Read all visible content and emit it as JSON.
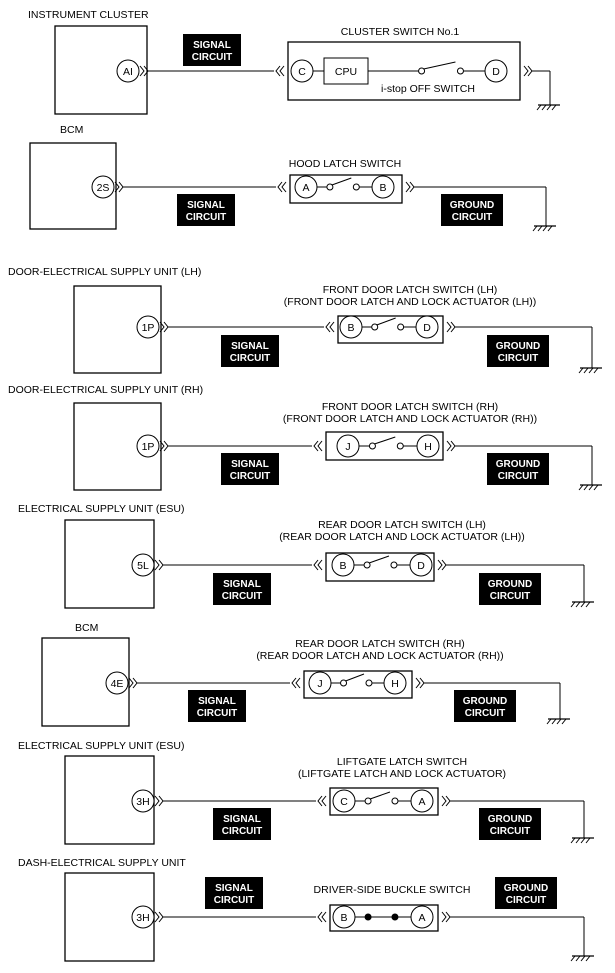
{
  "colors": {
    "line": "#000000",
    "badge_bg": "#000000",
    "badge_text": "#ffffff",
    "background": "#ffffff"
  },
  "icons": {
    "connector": "double-chevron-connector-icon",
    "ground": "ground-symbol-icon",
    "switch": "open-switch-icon",
    "closed_switch": "closed-switch-icon"
  },
  "badges": {
    "signal": [
      "SIGNAL",
      "CIRCUIT"
    ],
    "ground": [
      "GROUND",
      "CIRCUIT"
    ]
  },
  "circuits": [
    {
      "id": "instrument-cluster",
      "unit": "INSTRUMENT CLUSTER",
      "unit_pin": "AI",
      "switch_title": [
        "CLUSTER SWITCH No.1"
      ],
      "pin_left": "C",
      "pin_right": "D",
      "cpu_label": "CPU",
      "switch_sublabel": "i-stop OFF SWITCH"
    },
    {
      "id": "bcm-hood",
      "unit": "BCM",
      "unit_pin": "2S",
      "switch_title": [
        "HOOD LATCH SWITCH"
      ],
      "pin_left": "A",
      "pin_right": "B"
    },
    {
      "id": "front-lh",
      "unit": "DOOR-ELECTRICAL SUPPLY UNIT (LH)",
      "unit_pin": "1P",
      "switch_title": [
        "FRONT DOOR LATCH SWITCH (LH)",
        "(FRONT DOOR LATCH AND LOCK ACTUATOR (LH))"
      ],
      "pin_left": "B",
      "pin_right": "D"
    },
    {
      "id": "front-rh",
      "unit": "DOOR-ELECTRICAL SUPPLY UNIT (RH)",
      "unit_pin": "1P",
      "switch_title": [
        "FRONT DOOR LATCH SWITCH (RH)",
        "(FRONT DOOR LATCH AND LOCK ACTUATOR (RH))"
      ],
      "pin_left": "J",
      "pin_right": "H"
    },
    {
      "id": "rear-lh",
      "unit": "ELECTRICAL SUPPLY UNIT (ESU)",
      "unit_pin": "5L",
      "switch_title": [
        "REAR DOOR LATCH SWITCH (LH)",
        "(REAR DOOR LATCH AND LOCK ACTUATOR (LH))"
      ],
      "pin_left": "B",
      "pin_right": "D"
    },
    {
      "id": "rear-rh",
      "unit": "BCM",
      "unit_pin": "4E",
      "switch_title": [
        "REAR DOOR LATCH SWITCH (RH)",
        "(REAR DOOR LATCH AND LOCK ACTUATOR (RH))"
      ],
      "pin_left": "J",
      "pin_right": "H"
    },
    {
      "id": "liftgate",
      "unit": "ELECTRICAL SUPPLY UNIT (ESU)",
      "unit_pin": "3H",
      "switch_title": [
        "LIFTGATE LATCH SWITCH",
        "(LIFTGATE LATCH AND LOCK ACTUATOR)"
      ],
      "pin_left": "C",
      "pin_right": "A"
    },
    {
      "id": "buckle",
      "unit": "DASH-ELECTRICAL SUPPLY UNIT",
      "unit_pin": "3H",
      "switch_title": [
        "DRIVER-SIDE BUCKLE SWITCH"
      ],
      "pin_left": "B",
      "pin_right": "A"
    }
  ]
}
